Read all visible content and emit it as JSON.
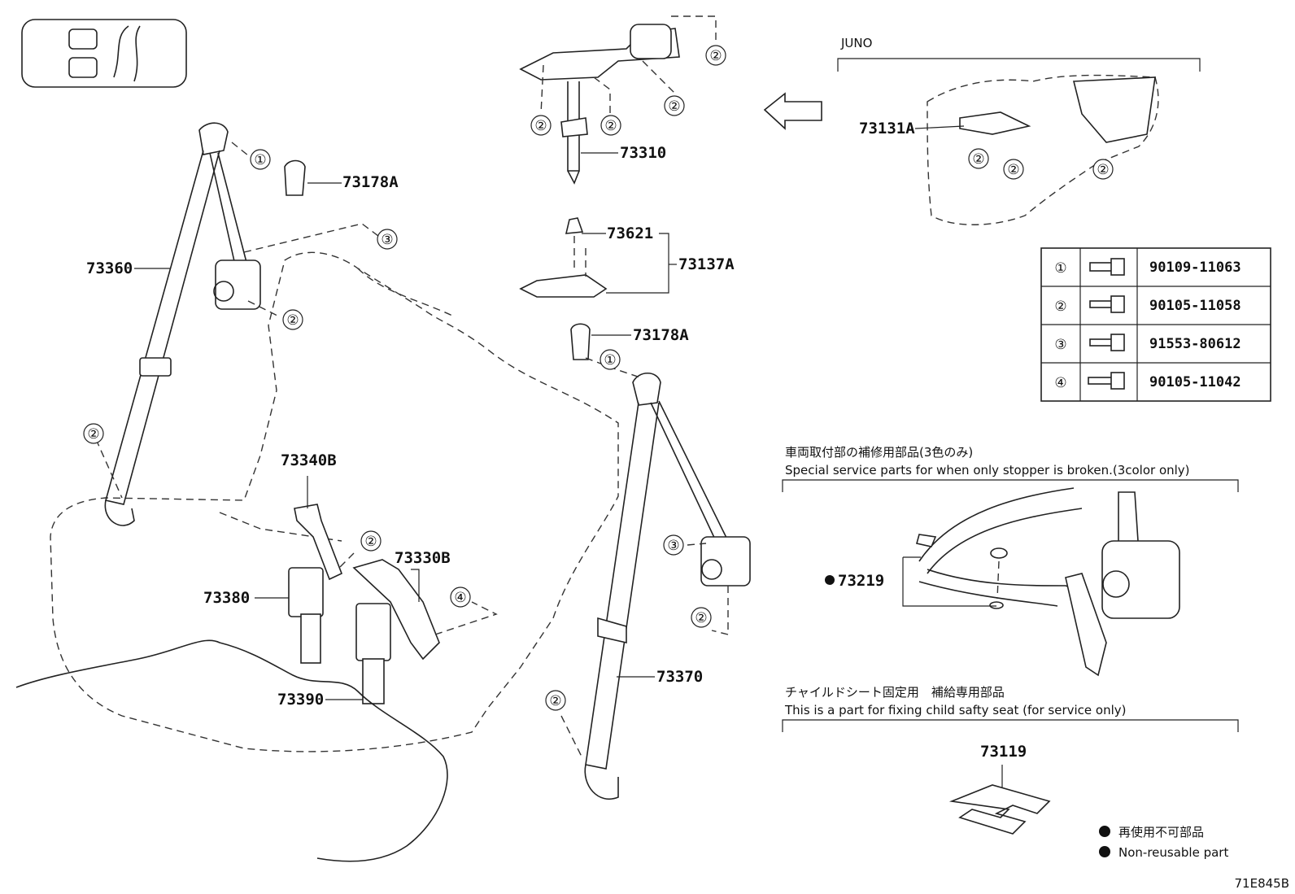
{
  "diagram": {
    "code": "71E845B",
    "part_labels": {
      "p73178A_top": "73178A",
      "p73360": "73360",
      "p73310": "73310",
      "p73621": "73621",
      "p73137A": "73137A",
      "p73178A_mid": "73178A",
      "p73340B": "73340B",
      "p73330B": "73330B",
      "p73380": "73380",
      "p73390": "73390",
      "p73370": "73370",
      "p73131A": "73131A",
      "p73219": "73219",
      "p73119": "73119"
    },
    "circle_nums": {
      "one": "①",
      "two": "②",
      "three": "③",
      "four": "④"
    },
    "juno_label": "JUNO",
    "fastener_table": [
      {
        "num": "①",
        "part": "90109-11063"
      },
      {
        "num": "②",
        "part": "90105-11058"
      },
      {
        "num": "③",
        "part": "91553-80612"
      },
      {
        "num": "④",
        "part": "90105-11042"
      }
    ],
    "service_box": {
      "jp": "車両取付部の補修用部品(3色のみ)",
      "en": "Special service parts for when only stopper is broken.(3color only)"
    },
    "child_box": {
      "jp": "チャイルドシート固定用　補給専用部品",
      "en": "This is a part for fixing child safty seat (for service only)"
    },
    "legend": {
      "jp": "再使用不可部品",
      "en": "Non-reusable part"
    }
  }
}
